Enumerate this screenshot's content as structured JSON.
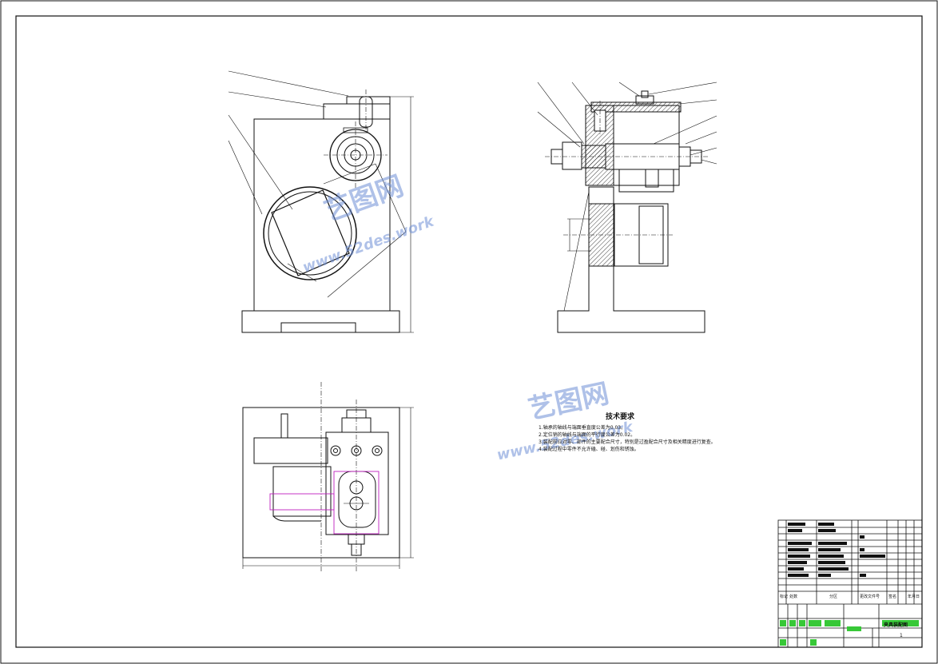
{
  "drawing": {
    "tech_requirements": {
      "title": "技术要求",
      "items": [
        "1.轴承的轴线与端面垂直度公差为0.03。",
        "2.定位销的轴线与端面的平行度公差为0.02。",
        "3.装配前应对零、部件的主要配合尺寸，特别是过盈配合尺寸及相关精度进行复查。",
        "4.装配过程中零件不允许磕、碰、划伤和锈蚀。"
      ]
    },
    "watermark": {
      "brand": "艺图网",
      "url_upper": "www.52des.work",
      "url_lower": "www.52des.work"
    },
    "title_block": {
      "headers": [
        "标记",
        "处数",
        "分区",
        "更改文件号",
        "签名",
        "年月日"
      ],
      "drawing_name": "夹具装配图",
      "sheet_no": "1"
    }
  },
  "colors": {
    "line": "#111111",
    "magenta": "#c020c0",
    "watermark": "#6e8fd6",
    "green_fill": "#37c837"
  }
}
